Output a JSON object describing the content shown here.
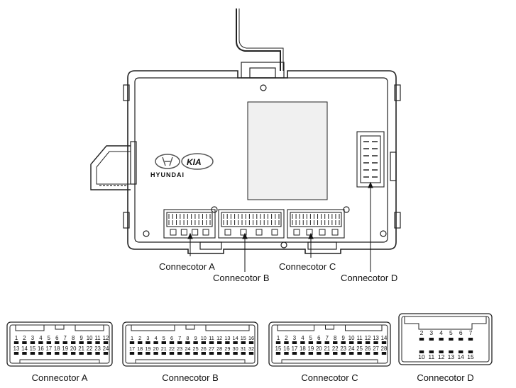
{
  "module": {
    "brand_hyundai": "HYUNDAI",
    "brand_kia": "KIA"
  },
  "callouts": {
    "a": "Connecotor A",
    "b": "Connecotor B",
    "c": "Connecotor C",
    "d": "Connecotor D"
  },
  "connectors": [
    {
      "id": "a",
      "label": "Connecotor A",
      "top_row": [
        "1",
        "2",
        "3",
        "4",
        "5",
        "6",
        "7",
        "8",
        "9",
        "10",
        "11",
        "12"
      ],
      "bottom_row": [
        "13",
        "14",
        "15",
        "16",
        "17",
        "18",
        "19",
        "20",
        "21",
        "22",
        "23",
        "24"
      ]
    },
    {
      "id": "b",
      "label": "Connecotor B",
      "top_row": [
        "1",
        "2",
        "3",
        "4",
        "5",
        "6",
        "7",
        "8",
        "9",
        "10",
        "11",
        "12",
        "13",
        "14",
        "15",
        "16"
      ],
      "bottom_row": [
        "17",
        "18",
        "19",
        "20",
        "21",
        "22",
        "23",
        "24",
        "25",
        "26",
        "27",
        "28",
        "29",
        "30",
        "31",
        "32"
      ]
    },
    {
      "id": "c",
      "label": "Connecotor C",
      "top_row": [
        "1",
        "2",
        "3",
        "4",
        "5",
        "6",
        "7",
        "8",
        "9",
        "10",
        "11",
        "12",
        "13",
        "14"
      ],
      "bottom_row": [
        "15",
        "16",
        "17",
        "18",
        "19",
        "20",
        "21",
        "22",
        "23",
        "24",
        "25",
        "26",
        "27",
        "28"
      ]
    },
    {
      "id": "d",
      "label": "Connecotor D",
      "top_row": [
        "2",
        "3",
        "4",
        "5",
        "6",
        "7"
      ],
      "bottom_row": [
        "10",
        "11",
        "12",
        "13",
        "14",
        "15"
      ]
    }
  ]
}
